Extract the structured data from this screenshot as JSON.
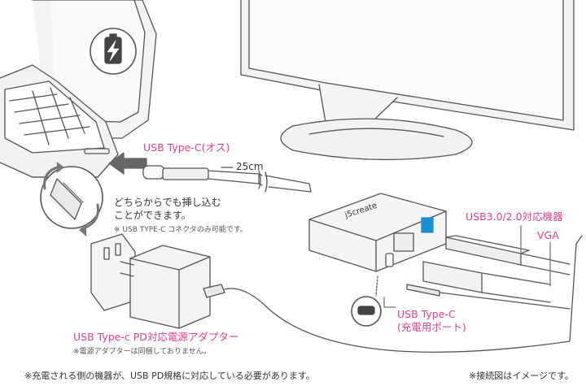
{
  "labels": {
    "cable_type": "USB Type-C(オス)",
    "cable_length": "25cm",
    "reversible_line1": "どちらからでも挿し込む",
    "reversible_line2": "ことができます。",
    "reversible_note": "※ USB TYPE-C コネクタのみ可能です。",
    "usb_devices": "USB3.0/2.0対応機器",
    "vga": "VGA",
    "charge_port_line1": "USB Type-C",
    "charge_port_line2": "(充電用ポート)",
    "adapter_title": "USB Type-c PD対応電源アダプター",
    "adapter_note": "※電源アダプターは同梱しておりません。",
    "footer_note_left": "※充電される側の機器が、USB PD規格に対応している必要があります。",
    "footer_note_right": "※接続図はイメージです。",
    "brand_logo": "j5create"
  },
  "colors": {
    "accent_pink": "#e0408a",
    "line": "#555555",
    "usb3_port": "#1a8fd6"
  }
}
